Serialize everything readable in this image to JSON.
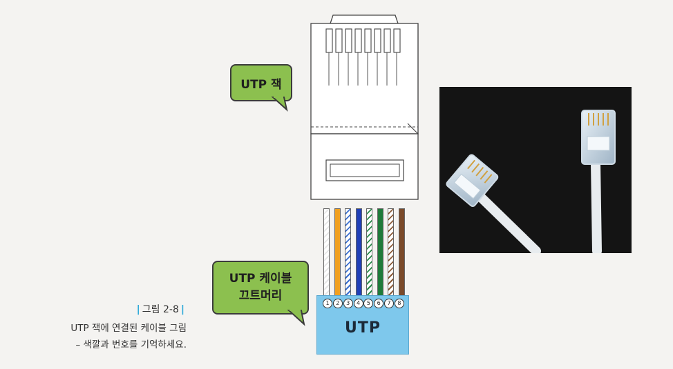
{
  "callouts": {
    "jack": "UTP 잭",
    "cable_line1": "UTP 케이블",
    "cable_line2": "끄트머리"
  },
  "connector": {
    "label": "UTP",
    "pin_numbers": [
      "1",
      "2",
      "3",
      "4",
      "5",
      "6",
      "7",
      "8"
    ]
  },
  "wires": [
    {
      "color": "#ffffff",
      "stripe": "#e6e6e6"
    },
    {
      "color": "#f0a020",
      "stripe": null
    },
    {
      "color": "#ffffff",
      "stripe": "#3a6fd0"
    },
    {
      "color": "#2040b8",
      "stripe": null
    },
    {
      "color": "#ffffff",
      "stripe": "#2a8a4a"
    },
    {
      "color": "#1f7a3a",
      "stripe": null
    },
    {
      "color": "#ffffff",
      "stripe": "#8a5a38"
    },
    {
      "color": "#7a4a2a",
      "stripe": null
    }
  ],
  "caption": {
    "bar_left": "|",
    "bar_right": "|",
    "title": "그림 2-8",
    "line1": "UTP 잭에 연결된 케이블 그림",
    "line2": "– 색깔과 번호를 기억하세요."
  },
  "colors": {
    "callout_green": "#8cc04f",
    "connector_blue": "#7ec8ec",
    "caption_bar": "#29a8d8"
  }
}
